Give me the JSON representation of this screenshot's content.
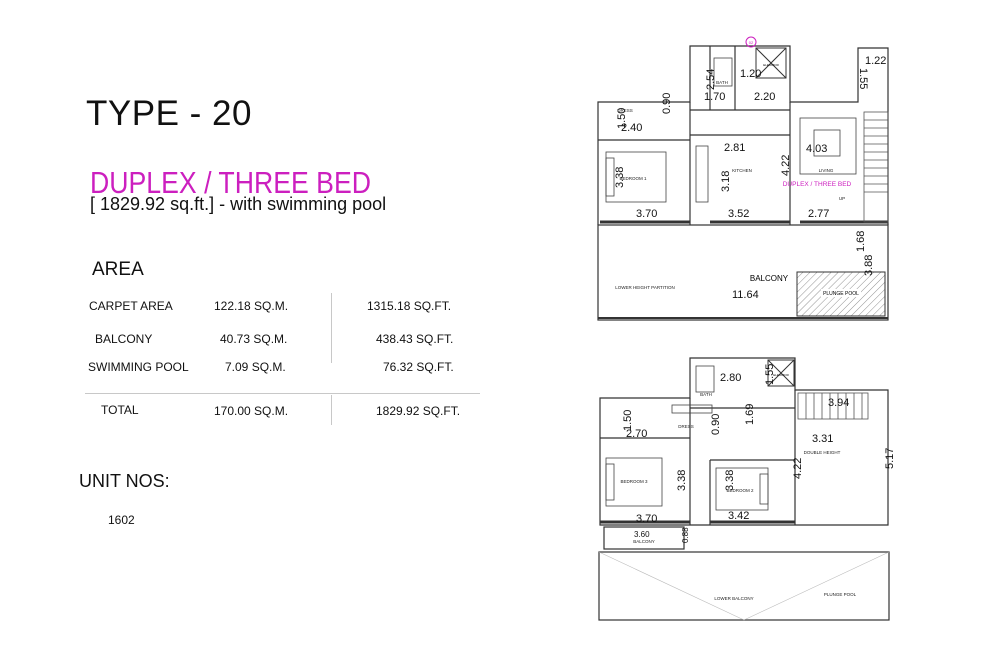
{
  "header": {
    "title": "TYPE - 20",
    "subtitle": "DUPLEX / THREE BED",
    "tagline": "[ 1829.92 sq.ft.] - with swimming pool"
  },
  "area": {
    "heading": "AREA",
    "rows": [
      {
        "label": "CARPET AREA",
        "sqm": "122.18 SQ.M.",
        "sqft": "1315.18 SQ.FT."
      },
      {
        "label": "BALCONY",
        "sqm": "40.73 SQ.M.",
        "sqft": "438.43 SQ.FT."
      },
      {
        "label": "SWIMMING POOL",
        "sqm": "7.09 SQ.M.",
        "sqft": "76.32 SQ.FT."
      },
      {
        "label": "TOTAL",
        "sqm": "170.00 SQ.M.",
        "sqft": "1829.92 SQ.FT."
      }
    ]
  },
  "units": {
    "heading": "UNIT NOS:",
    "numbers": [
      "1602"
    ]
  },
  "upper_plan": {
    "marker": "02",
    "dims": {
      "d254": "2.54",
      "d120": "1.20",
      "d170": "1.70",
      "d220": "2.20",
      "d122": "1.22",
      "d155": "1.55",
      "d150": "1.50",
      "d090": "0.90",
      "d240": "2.40",
      "d281": "2.81",
      "d403": "4.03",
      "d338": "3.38",
      "d318": "3.18",
      "d422": "4.22",
      "d370": "3.70",
      "d352": "3.52",
      "d277": "2.77",
      "d168": "1.68",
      "d388": "3.88",
      "d1164": "11.64"
    },
    "labels": {
      "dress": "DRESS",
      "bath": "BATH",
      "bedroom1": "BEDROOM 1",
      "kitchen": "KITCHEN",
      "living": "LIVING",
      "duplex_tag": "DUPLEX / THREE BED",
      "up": "UP",
      "balcony": "BALCONY",
      "partition": "LOWER HEIGHT PARTITION",
      "plunge_pool": "PLUNGE POOL",
      "elevator": "ELEVATOR"
    },
    "colors": {
      "accent": "#cc1fbf"
    }
  },
  "lower_plan": {
    "dims": {
      "d280": "2.80",
      "d155": "1.55",
      "d394": "3.94",
      "d150": "1.50",
      "d270": "2.70",
      "d090": "0.90",
      "d169": "1.69",
      "d331": "3.31",
      "d517": "5.17",
      "d422": "4.22",
      "d338a": "3.38",
      "d338b": "3.38",
      "d370": "3.70",
      "d342": "3.42",
      "d360": "3.60",
      "d088": "0.88"
    },
    "labels": {
      "bath": "BATH",
      "dress": "DRESS",
      "bedroom2": "BEDROOM 2",
      "bedroom3": "BEDROOM 3",
      "double_height": "DOUBLE HEIGHT",
      "elevator": "ELEVATOR",
      "balcony": "BALCONY",
      "lower_balcony": "LOWER BALCONY",
      "plunge_pool": "PLUNGE POOL"
    }
  }
}
